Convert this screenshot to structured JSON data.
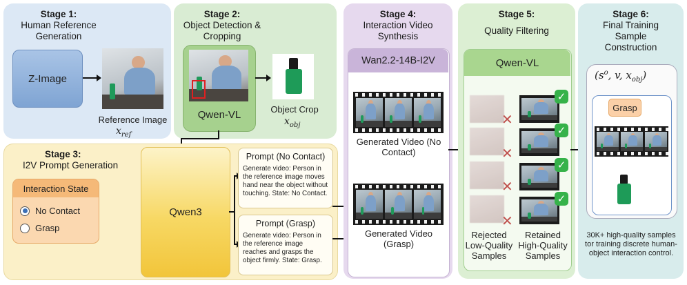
{
  "stage1": {
    "heading": "Stage 1:",
    "subtitle": "Human Reference Generation",
    "model": "Z-Image",
    "ref_caption": "Reference Image",
    "ref_symbol": "x_ref"
  },
  "stage2": {
    "heading": "Stage 2:",
    "subtitle": "Object Detection & Cropping",
    "model": "Qwen-VL",
    "crop_caption": "Object Crop",
    "crop_symbol": "x_obj"
  },
  "stage3": {
    "heading": "Stage 3:",
    "subtitle": "I2V Prompt Generation",
    "interaction_title": "Interaction State",
    "options": [
      "No Contact",
      "Grasp"
    ],
    "selected_option": "No Contact",
    "model": "Qwen3",
    "prompt_no_contact": {
      "title": "Prompt (No Contact)",
      "body": "Generate video: Person in the reference image moves hand near the object without touching. State: No Contact."
    },
    "prompt_grasp": {
      "title": "Prompt (Grasp)",
      "body": "Generate video: Person in the reference image reaches and grasps the object firmly. State: Grasp."
    }
  },
  "stage4": {
    "heading": "Stage 4:",
    "subtitle": "Interaction Video Synthesis",
    "model": "Wan2.2-14B-I2V",
    "video1_caption": "Generated Video (No Contact)",
    "video2_caption": "Generated Video (Grasp)"
  },
  "stage5": {
    "heading": "Stage 5:",
    "subtitle": "Quality Filtering",
    "model": "Qwen-VL",
    "rejected_caption": "Rejected Low-Quality Samples",
    "retained_caption": "Retained High-Quality Samples"
  },
  "stage6": {
    "heading": "Stage 6:",
    "subtitle": "Final Training Sample Construction",
    "tuple": "(s^o, v, x_obj)",
    "state_label": "Grasp",
    "summary": "30K+ high-quality samples tor training discrete human-object interaction control."
  },
  "colors": {
    "stage1": "#dce8f5",
    "stage2": "#d9ecd3",
    "stage3": "#fbf0c8",
    "stage4": "#e6d9ee",
    "stage5": "#dcefd3",
    "stage6": "#d8ecec"
  }
}
